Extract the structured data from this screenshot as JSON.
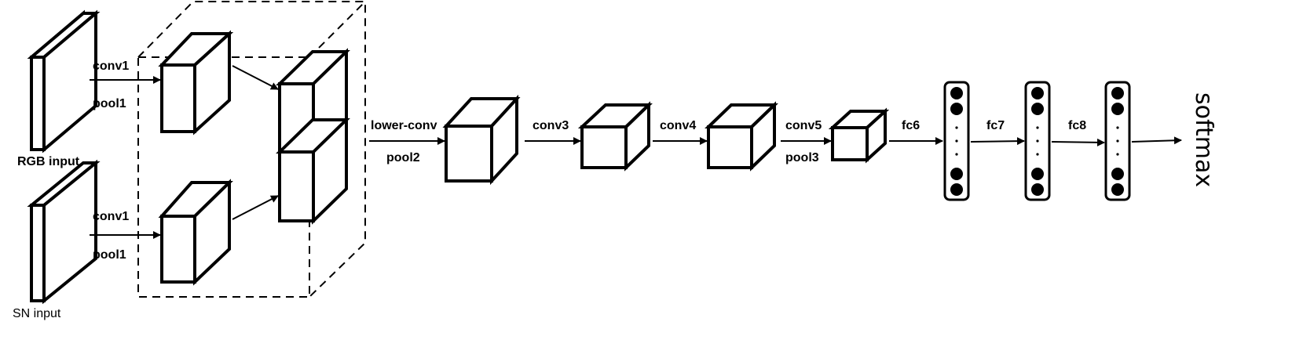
{
  "labels": {
    "rgb_input": "RGB input",
    "sn_input": "SN input",
    "conv1_top": "conv1",
    "pool1_top": "pool1",
    "conv1_bottom": "conv1",
    "pool1_bottom": "pool1",
    "lower_conv": "lower-conv",
    "pool2": "pool2",
    "conv3": "conv3",
    "conv4": "conv4",
    "conv5": "conv5",
    "pool3": "pool3",
    "fc6": "fc6",
    "fc7": "fc7",
    "fc8": "fc8",
    "softmax": "softmax",
    "dots": "·"
  }
}
